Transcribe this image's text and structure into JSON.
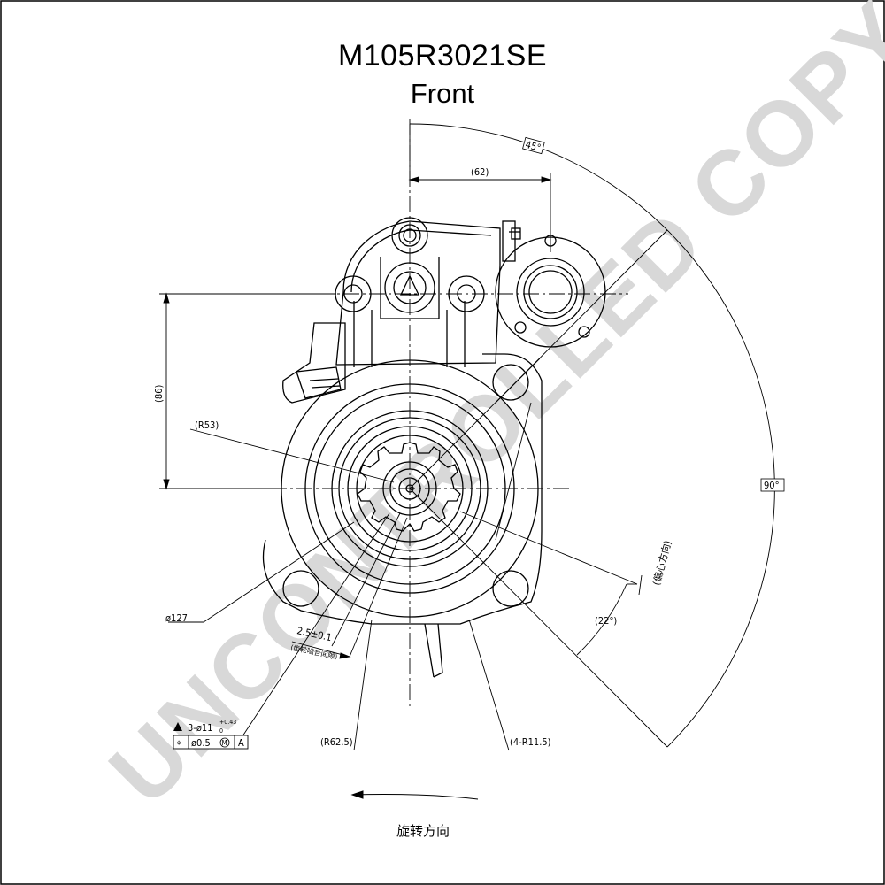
{
  "drawing": {
    "part_number": "M105R3021SE",
    "view": "Front"
  },
  "watermark": "UNCONTROLLED COPY",
  "dimensions": {
    "angle_45": "45°",
    "angle_90": "90°",
    "angle_22": "(22°)",
    "width_62": "(62)",
    "height_86": "(86)",
    "radius_53": "(R53)",
    "radius_62_5": "(R62.5)",
    "radius_4x11_5": "(4-R11.5)",
    "diameter_127": "ø127",
    "gap": "2.5±0.1",
    "gap_note": "(齿轮啮合间隙)",
    "holes": "3-ø11",
    "holes_tol_upper": "+0.43",
    "holes_tol_lower": "0",
    "fcf_position": "⌖",
    "fcf_tolerance": "ø0.5",
    "fcf_modifier": "M",
    "fcf_datum": "A",
    "offset_direction": "(偏心方向)",
    "rotation_direction": "旋转方向"
  },
  "colors": {
    "line": "#000000",
    "watermark": "#d8d8d8"
  }
}
